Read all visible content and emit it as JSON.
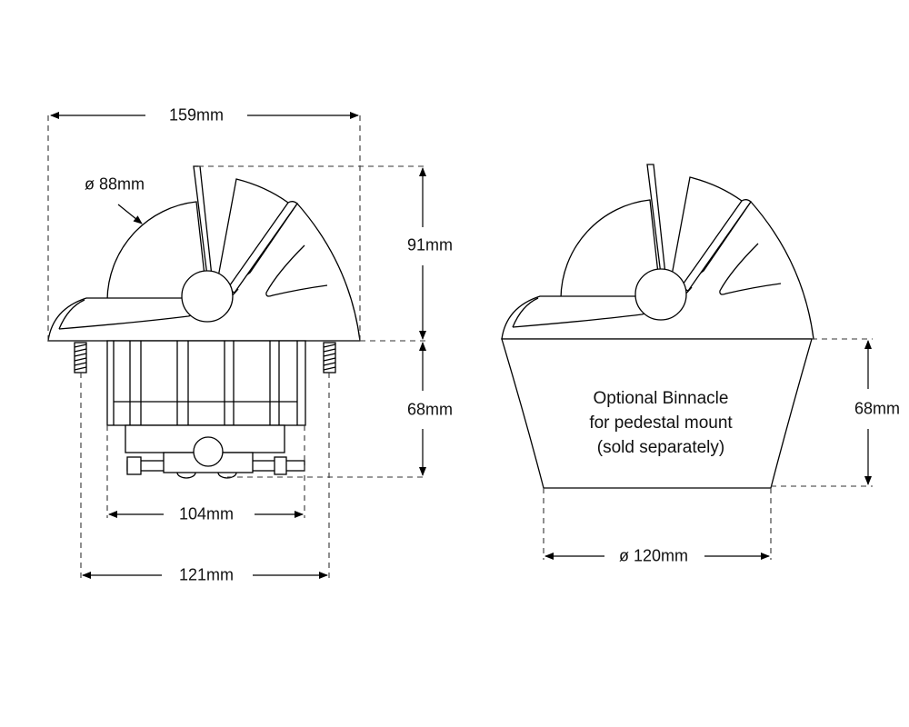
{
  "dimensions": {
    "overall_width": "159mm",
    "dome_diameter": "ø 88mm",
    "dome_height": "91mm",
    "body_height": "68mm",
    "inner_width": "104mm",
    "mount_width": "121mm",
    "binnacle_height": "68mm",
    "binnacle_diameter": "ø 120mm"
  },
  "binnacle_note": [
    "Optional Binnacle",
    "for pedestal mount",
    "(sold separately)"
  ]
}
